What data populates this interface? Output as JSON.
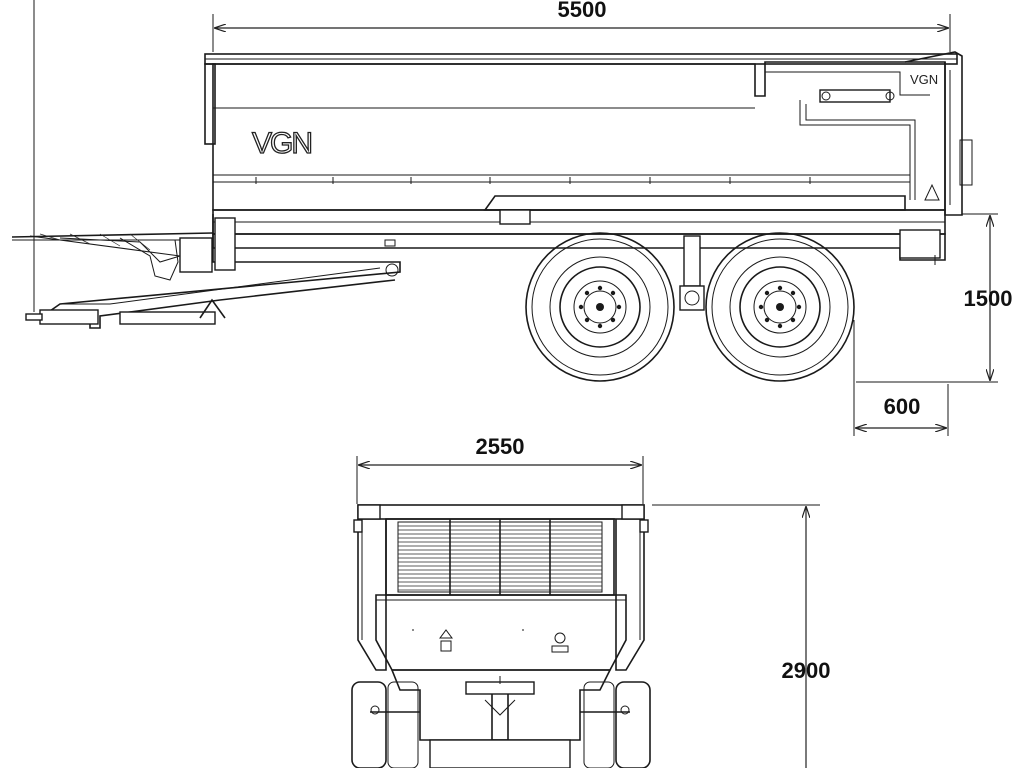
{
  "dimensions": {
    "length": "5500",
    "height": "1500",
    "overhang": "600",
    "width": "2550",
    "total_height": "2900"
  },
  "brand": {
    "logo_text": "VGN"
  }
}
